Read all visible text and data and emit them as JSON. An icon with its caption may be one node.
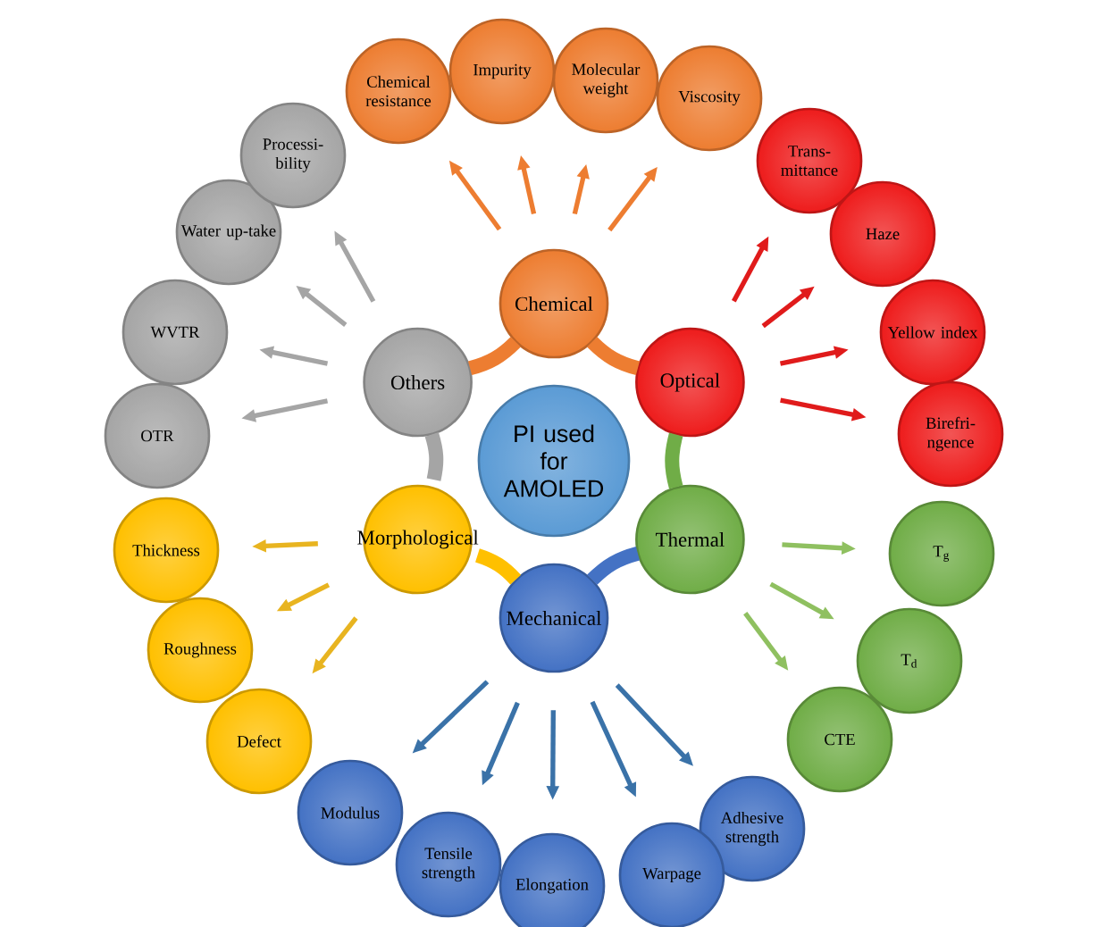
{
  "diagram": {
    "nodes": [
      {
        "text": [
          "PI used for AMOLED"
        ]
      },
      {
        "text": [
          "Chemical"
        ]
      },
      {
        "text": [
          "Optical"
        ]
      },
      {
        "text": [
          "Thermal"
        ]
      },
      {
        "text": [
          "Mechanical"
        ]
      },
      {
        "text": [
          "Morphological"
        ]
      },
      {
        "text": [
          "Others"
        ]
      },
      {
        "text": [
          "Chemical resistance"
        ]
      },
      {
        "text": [
          "Impurity"
        ]
      },
      {
        "text": [
          "Molecular weight"
        ]
      },
      {
        "text": [
          "Viscosity"
        ]
      },
      {
        "text": [
          "Trans-mittance"
        ]
      },
      {
        "text": [
          "Haze"
        ]
      },
      {
        "text": [
          "Yellow index"
        ]
      },
      {
        "text": [
          "Birefri-ngence"
        ]
      },
      {
        "text": [
          "T$_{g}$"
        ]
      },
      {
        "text": [
          "T$_{d}$"
        ]
      },
      {
        "text": [
          "CTE"
        ]
      },
      {
        "text": [
          "Adhesive strength"
        ]
      },
      {
        "text": [
          "Warpage"
        ]
      },
      {
        "text": [
          "Elongation"
        ]
      },
      {
        "text": [
          "Tensile strength"
        ]
      },
      {
        "text": [
          "Modulus"
        ]
      },
      {
        "text": [
          "Defect"
        ]
      },
      {
        "text": [
          "Roughness"
        ]
      },
      {
        "text": [
          "Thickness"
        ]
      },
      {
        "text": [
          "OTR"
        ]
      },
      {
        "text": [
          "WVTR"
        ]
      },
      {
        "text": [
          "Water up-take"
        ]
      },
      {
        "text": [
          "Processi-bility"
        ]
      }
    ],
    "edges": [
      {
        "from": 6,
        "to": 1,
        "arrow": "none",
        "style": "thick",
        "color": "#ed7d31"
      },
      {
        "from": 1,
        "to": 2,
        "arrow": "none",
        "style": "thick",
        "color": "#ed7d31"
      },
      {
        "from": 2,
        "to": 3,
        "arrow": "none",
        "style": "thick",
        "color": "#70ad47"
      },
      {
        "from": 3,
        "to": 4,
        "arrow": "none",
        "style": "thick",
        "color": "#4472c4"
      },
      {
        "from": 4,
        "to": 5,
        "arrow": "none",
        "style": "thick",
        "color": "#ffc000"
      },
      {
        "from": 5,
        "to": 6,
        "arrow": "none",
        "style": "thick",
        "color": "#a5a5a5"
      },
      {
        "from": 1,
        "to": 7,
        "arrow": "to",
        "color": "#ed7d31"
      },
      {
        "from": 1,
        "to": 8,
        "arrow": "to",
        "color": "#ed7d31"
      },
      {
        "from": 1,
        "to": 9,
        "arrow": "to",
        "color": "#ed7d31"
      },
      {
        "from": 1,
        "to": 10,
        "arrow": "to",
        "color": "#ed7d31"
      },
      {
        "from": 2,
        "to": 11,
        "arrow": "to",
        "color": "#e01b1b"
      },
      {
        "from": 2,
        "to": 12,
        "arrow": "to",
        "color": "#e01b1b"
      },
      {
        "from": 2,
        "to": 13,
        "arrow": "to",
        "color": "#e01b1b"
      },
      {
        "from": 2,
        "to": 14,
        "arrow": "to",
        "color": "#e01b1b"
      },
      {
        "from": 3,
        "to": 15,
        "arrow": "to",
        "color": "#8fc060"
      },
      {
        "from": 3,
        "to": 16,
        "arrow": "to",
        "color": "#8fc060"
      },
      {
        "from": 3,
        "to": 17,
        "arrow": "to",
        "color": "#8fc060"
      },
      {
        "from": 4,
        "to": 18,
        "arrow": "to",
        "color": "#3a72a8"
      },
      {
        "from": 4,
        "to": 19,
        "arrow": "to",
        "color": "#3a72a8"
      },
      {
        "from": 4,
        "to": 20,
        "arrow": "to",
        "color": "#3a72a8"
      },
      {
        "from": 4,
        "to": 21,
        "arrow": "to",
        "color": "#3a72a8"
      },
      {
        "from": 4,
        "to": 22,
        "arrow": "to",
        "color": "#3a72a8"
      },
      {
        "from": 5,
        "to": 23,
        "arrow": "to",
        "color": "#e8b420"
      },
      {
        "from": 5,
        "to": 24,
        "arrow": "to",
        "color": "#e8b420"
      },
      {
        "from": 5,
        "to": 25,
        "arrow": "to",
        "color": "#e8b420"
      },
      {
        "from": 6,
        "to": 26,
        "arrow": "to",
        "color": "#a5a5a5"
      },
      {
        "from": 6,
        "to": 27,
        "arrow": "to",
        "color": "#a5a5a5"
      },
      {
        "from": 6,
        "to": 28,
        "arrow": "to",
        "color": "#a5a5a5"
      },
      {
        "from": 6,
        "to": 29,
        "arrow": "to",
        "color": "#a5a5a5"
      }
    ]
  }
}
